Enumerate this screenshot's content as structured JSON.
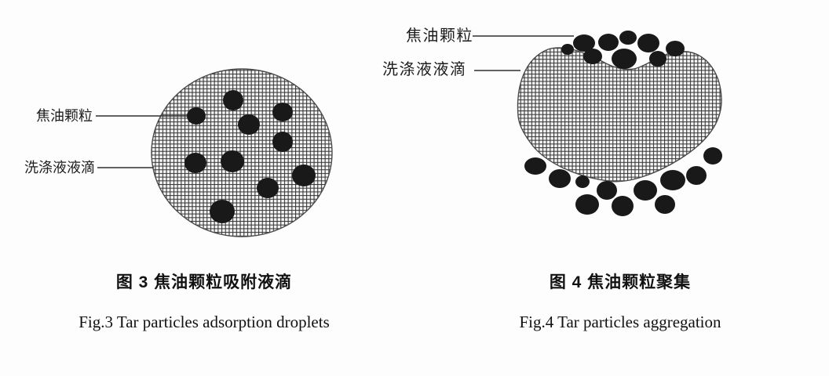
{
  "colors": {
    "background": "#fdfdfd",
    "ink": "#1c1c1c",
    "hatch_line": "#383838",
    "hatch_bg": "#f6f6f6",
    "particle": "#191919",
    "outline": "#4a4a4a"
  },
  "figure_left": {
    "label_tar": "焦油颗粒",
    "label_droplet": "洗涤液液滴",
    "caption_zh": "图 3 焦油颗粒吸附液滴",
    "caption_en": "Fig.3 Tar particles adsorption droplets",
    "particles": [
      [
        250,
        148,
        12,
        11
      ],
      [
        297,
        128,
        13,
        13
      ],
      [
        360,
        143,
        13,
        12
      ],
      [
        317,
        159,
        14,
        13
      ],
      [
        360,
        181,
        13,
        13
      ],
      [
        249,
        208,
        14,
        13
      ],
      [
        296,
        206,
        15,
        14
      ],
      [
        387,
        224,
        15,
        14
      ],
      [
        341,
        240,
        14,
        13
      ],
      [
        283,
        270,
        16,
        15
      ]
    ]
  },
  "figure_right": {
    "label_tar": "焦油颗粒",
    "label_droplet": "洗涤液液滴",
    "caption_zh": "图 4 焦油颗粒聚集",
    "caption_en": "Fig.4 Tar particles aggregation",
    "particles_top": [
      [
        723,
        63,
        8,
        7
      ],
      [
        744,
        55,
        14,
        11
      ],
      [
        775,
        54,
        13,
        11
      ],
      [
        800,
        48,
        11,
        9
      ],
      [
        826,
        55,
        14,
        12
      ],
      [
        860,
        62,
        12,
        10
      ],
      [
        755,
        72,
        12,
        10
      ],
      [
        795,
        75,
        16,
        13
      ],
      [
        838,
        75,
        11,
        10
      ]
    ],
    "particles_bottom": [
      [
        682,
        212,
        14,
        11
      ],
      [
        713,
        228,
        14,
        12
      ],
      [
        742,
        232,
        9,
        8
      ],
      [
        773,
        243,
        13,
        12
      ],
      [
        748,
        261,
        15,
        13
      ],
      [
        793,
        263,
        14,
        13
      ],
      [
        822,
        243,
        15,
        13
      ],
      [
        847,
        261,
        13,
        12
      ],
      [
        857,
        230,
        16,
        13
      ],
      [
        887,
        224,
        13,
        12
      ],
      [
        908,
        199,
        12,
        11
      ]
    ]
  }
}
